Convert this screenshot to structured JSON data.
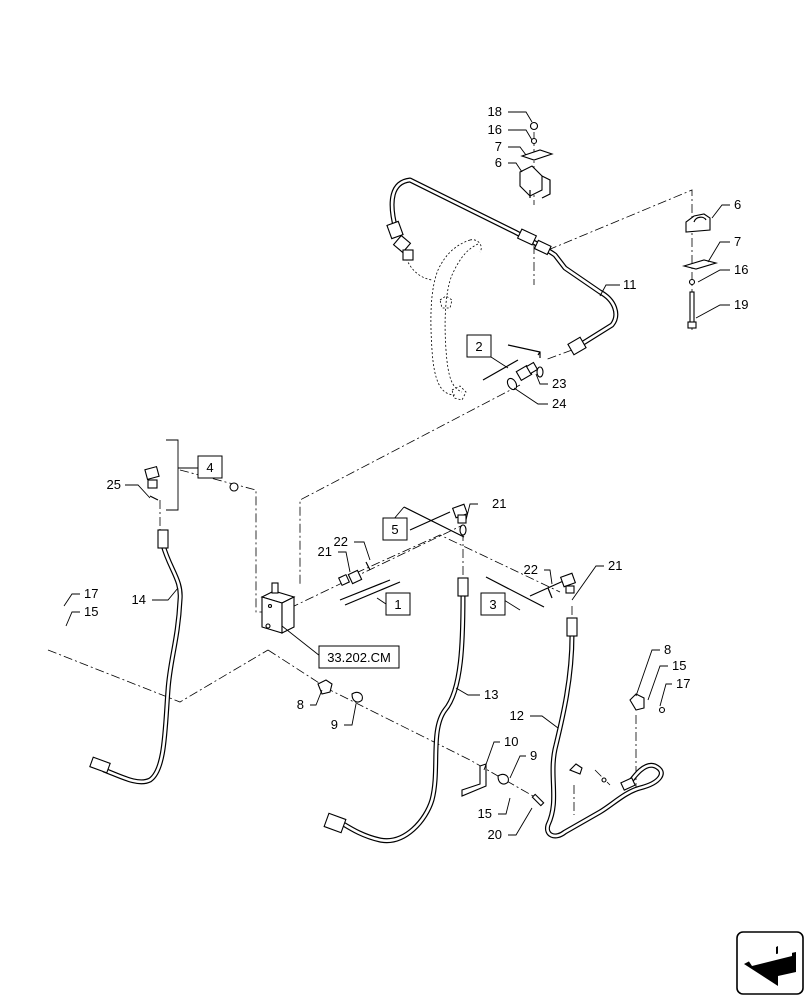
{
  "callouts": {
    "c18": "18",
    "c16_top": "16",
    "c7_top": "7",
    "c6_top": "6",
    "c6_right": "6",
    "c7_right": "7",
    "c16_right": "16",
    "c19": "19",
    "c11": "11",
    "c23": "23",
    "c24": "24",
    "c25": "25",
    "c21_a": "21",
    "c22_a": "22",
    "c21_b": "21",
    "c22_b": "22",
    "c21_c": "21",
    "c17_left": "17",
    "c15_left": "15",
    "c14": "14",
    "c8_left": "8",
    "c9_left": "9",
    "c13": "13",
    "c12": "12",
    "c10": "10",
    "c9_right": "9",
    "c15_right": "15",
    "c20": "20",
    "c8_right": "8",
    "c15_far": "15",
    "c17_right": "17"
  },
  "boxes": {
    "b1": "1",
    "b2": "2",
    "b3": "3",
    "b4": "4",
    "b5": "5"
  },
  "reference": "33.202.CM",
  "nav_icon": "arrow-navigation-icon"
}
